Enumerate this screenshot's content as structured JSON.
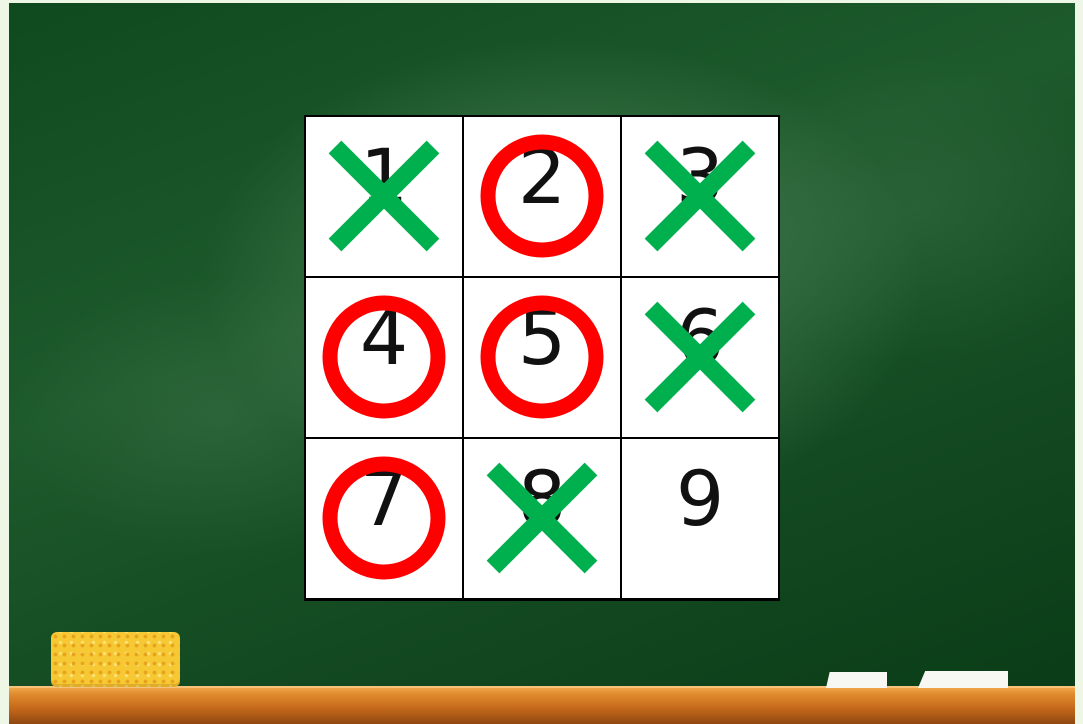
{
  "board": {
    "cells": [
      {
        "number": "1",
        "mark": "x"
      },
      {
        "number": "2",
        "mark": "o"
      },
      {
        "number": "3",
        "mark": "x"
      },
      {
        "number": "4",
        "mark": "o"
      },
      {
        "number": "5",
        "mark": "o"
      },
      {
        "number": "6",
        "mark": "x"
      },
      {
        "number": "7",
        "mark": "o"
      },
      {
        "number": "8",
        "mark": "x"
      },
      {
        "number": "9",
        "mark": ""
      }
    ]
  },
  "colors": {
    "x_mark": "#00b04f",
    "o_mark": "#ff0000",
    "board": "#134a22",
    "eraser": "#f6c833",
    "tray": "#d67a26"
  },
  "icons": {
    "x_mark": "cross-mark-icon",
    "o_mark": "circle-mark-icon"
  }
}
